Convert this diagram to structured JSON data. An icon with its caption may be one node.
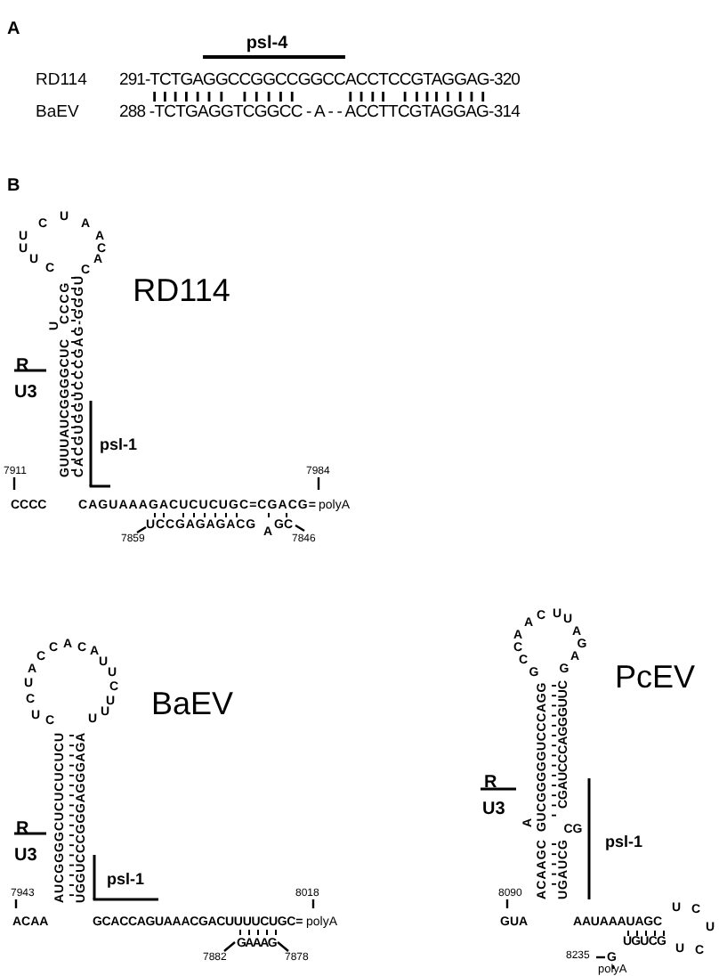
{
  "diagram": {
    "labels": [
      "A",
      "psl-4",
      "RD114",
      "291-TCTGAGGCCGGCCGGCCACCTCCGTAGGAG-320",
      "BaEV",
      "288 -TCTGAGGTCGGCC - A - - ACCTTCGTAGGAG-314",
      "B",
      "C",
      "U",
      "U",
      "U",
      "C",
      "U",
      "A",
      "A",
      "C",
      "A",
      "C",
      "RD114",
      "GUUUAUCGGGGCUC",
      "U",
      "CCCG",
      "CACGUGGUCCCGAG-GGGU",
      "R",
      "U3",
      "psl-1",
      "7911",
      "CCCC",
      "CAGUAAAGACUCUCUGC=CGACG=",
      "polyA",
      "7984",
      "UCCGAGAGACG",
      "A",
      "GC",
      "7859",
      "7846",
      "C",
      "U",
      "C",
      "U",
      "A",
      "C",
      "C",
      "A",
      "C",
      "A",
      "U",
      "U",
      "C",
      "U",
      "U",
      "U",
      "BaEV",
      "AUCGGGGCUCUCUCUCU",
      "UGGUCCCGGGAGGGAGA",
      "R",
      "U3",
      "psl-1",
      "7943",
      "ACAA",
      "GCACCAGUAAACGACUUUUCUGC=",
      "polyA",
      "8018",
      "GAAAG",
      "7882",
      "7878",
      "G",
      "C",
      "C",
      "A",
      "A",
      "C",
      "U",
      "U",
      "A",
      "G",
      "A",
      "G",
      "PcEV",
      "ACAAGC",
      "A",
      "GUCGGGGGUCCCAGG",
      "UGAUCG",
      "CG",
      "CGAUCCCAGGGUUC",
      "R",
      "U3",
      "psl-1",
      "8090",
      "GUA",
      "AAUAAAUAGC",
      "U",
      "C",
      "U",
      "U",
      "C",
      "UGUCG",
      "8235",
      "G",
      "polyA"
    ]
  }
}
